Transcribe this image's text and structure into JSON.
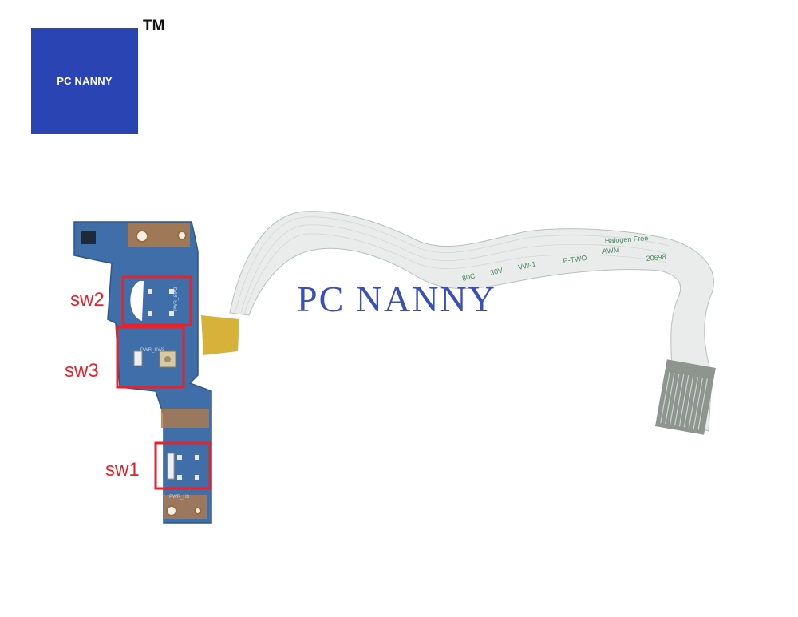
{
  "logo": {
    "text": "PC NANNY",
    "trademark": "TM",
    "color": "#2b44b4"
  },
  "watermark": {
    "text": "PC NANNY",
    "color": "#3a4fb8"
  },
  "labels": {
    "sw1": "sw1",
    "sw2": "sw2",
    "sw3": "sw3",
    "color": "#e8222a"
  },
  "cable_print": {
    "line1": "P-TWO",
    "line2": "AWM",
    "line3": "Halogen Free",
    "line4": "VW-1",
    "line5": "80C",
    "line6": "30V",
    "line7": "20698"
  },
  "pcb_print": {
    "pwr_sw2": "PWR_SW2",
    "pwr_sw3": "PWR_SW3",
    "pwr_h3": "PWR_H3"
  }
}
